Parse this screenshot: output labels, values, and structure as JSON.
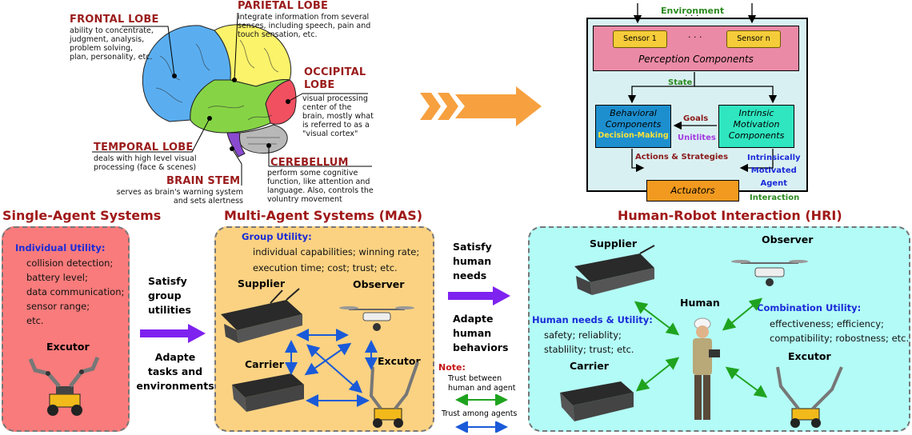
{
  "brain": {
    "frontal": {
      "title": "FRONTAL LOBE",
      "desc": [
        "ability to concentrate,",
        "judgment, analysis,",
        "problem solving,",
        "plan, personality, etc."
      ]
    },
    "parietal": {
      "title": "PARIETAL LOBE",
      "desc": [
        "integrate information from several",
        "senses, including speech, pain and",
        "touch sensation, etc."
      ]
    },
    "occipital": {
      "title": [
        "OCCIPITAL",
        "LOBE"
      ],
      "desc": [
        "visual processing",
        "center of the",
        "brain, mostly what",
        "is referred to as a",
        "\"visual cortex\""
      ]
    },
    "temporal": {
      "title": "TEMPORAL LOBE",
      "desc": [
        "deals with high level visual",
        "processing (face & scenes)"
      ]
    },
    "brainstem": {
      "title": "BRAIN STEM",
      "desc": [
        "serves as brain's warning system",
        "and sets alertness"
      ]
    },
    "cerebellum": {
      "title": "CEREBELLUM",
      "desc": [
        "perform some cognitive",
        "function, like attention and",
        "language. Also, controls the",
        "voluntry movement"
      ]
    }
  },
  "agent": {
    "environment": "Environment",
    "dots": "· · ·",
    "sensor1": "Sensor 1",
    "sensorn": "Sensor n",
    "perception": "Perception Components",
    "state": "State",
    "behavioral": [
      "Behavioral",
      "Components"
    ],
    "decision": "Decision-Making",
    "goals": "Goals",
    "utilities": "Unitlites",
    "intrinsic": [
      "Intrinsic",
      "Motivation",
      "Components"
    ],
    "actions": "Actions & Strategies",
    "intrinsic_agent": [
      "Intrinsically",
      "Motivated",
      "Agent"
    ],
    "actuators": "Actuators",
    "interaction": "Interaction"
  },
  "single": {
    "title": "Single-Agent Systems",
    "util_title": "Individual Utility:",
    "items": [
      "collision detection;",
      "battery level;",
      "data communication;",
      "sensor range;",
      "etc."
    ],
    "robot": "Excutor"
  },
  "arrow1": {
    "top": [
      "Satisfy",
      "group",
      "utilities"
    ],
    "bottom": [
      "Adapte",
      "tasks and",
      "environments"
    ]
  },
  "mas": {
    "title": "Multi-Agent Systems (MAS)",
    "util_title": "Group Utility:",
    "items": [
      "individual capabilities; winning rate;",
      "execution time; cost; trust; etc."
    ],
    "supplier": "Supplier",
    "observer": "Observer",
    "carrier": "Carrier",
    "excutor": "Excutor"
  },
  "arrow2": {
    "top": [
      "Satisfy",
      "human",
      "needs"
    ],
    "bottom": [
      "Adapte",
      "human",
      "behaviors"
    ]
  },
  "note": {
    "title": "Note:",
    "trust_human": [
      "Trust between",
      "human and agent"
    ],
    "trust_agents": "Trust among agents"
  },
  "hri": {
    "title": "Human-Robot Interaction (HRI)",
    "supplier": "Supplier",
    "observer": "Observer",
    "human": "Human",
    "needs_title": "Human needs & Utility:",
    "needs_items": [
      "safety; reliablity;",
      "stablility; trust; etc."
    ],
    "carrier": "Carrier",
    "comb_title": "Combination Utility:",
    "comb_items": [
      "effectiveness; efficiency;",
      "compatibility; robostness; etc."
    ],
    "excutor": "Excutor"
  },
  "colors": {
    "title_red": "#9b1b1b",
    "util_blue": "#1a2bd8",
    "single_bg": "#f97b7b",
    "mas_bg": "#fbd282",
    "hri_bg": "#b3fbf6",
    "purple_arrow": "#7e22f0",
    "orange_arrow": "#f7a040",
    "perception_bg": "#eb8aa6",
    "behavioral_bg": "#1d8fcf",
    "intrinsic_bg": "#2fe6c0",
    "actuator_bg": "#f29a1f",
    "agent_bg": "#d9f0f2",
    "trust_green": "#1fa31f",
    "trust_blue": "#1a5ad8"
  }
}
